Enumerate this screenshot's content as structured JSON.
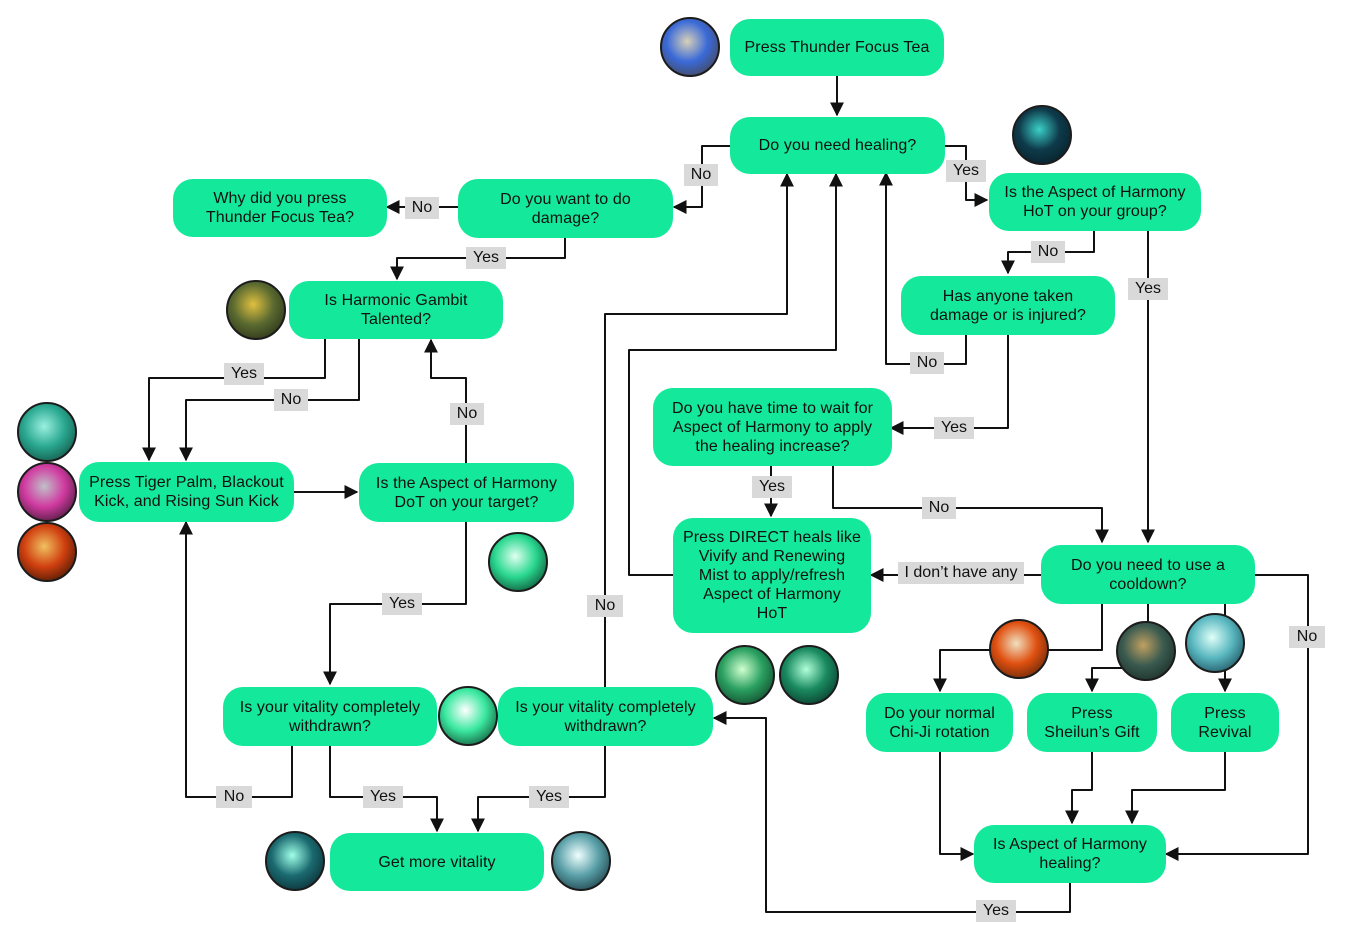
{
  "colors": {
    "node": "#14e89a",
    "label": "#d9d9d9",
    "arrow": "#111111"
  },
  "nodes": {
    "thunder_focus_tea": "Press Thunder Focus Tea",
    "need_healing": "Do you need healing?",
    "want_damage": "Do you want to do\ndamage?",
    "why_tft": "Why did you press\nThunder Focus Tea?",
    "harmonic_gambit": "Is Harmonic Gambit\nTalented?",
    "aoh_hot": "Is the Aspect of Harmony\nHoT on your group?",
    "anyone_damaged": "Has anyone taken\ndamage or is injured?",
    "time_to_wait": "Do you have time to wait for\nAspect of Harmony to apply\nthe healing increase?",
    "press_tiger_palm": "Press Tiger Palm, Blackout\nKick, and Rising Sun Kick",
    "aoh_dot": "Is the Aspect of Harmony\nDoT on your target?",
    "press_direct_heals": "Press DIRECT heals like\nVivify and Renewing\nMist to apply/refresh\nAspect of Harmony\nHoT",
    "need_cooldown": "Do you need to use a\ncooldown?",
    "vitality_left": "Is your vitality completely\nwithdrawn?",
    "vitality_mid": "Is your vitality completely\nwithdrawn?",
    "chiji": "Do your normal\nChi-Ji rotation",
    "sheilun": "Press\nSheilun’s Gift",
    "revival": "Press\nRevival",
    "more_vitality": "Get more vitality",
    "aoh_healing": "Is Aspect of Harmony\nhealing?"
  },
  "labels": {
    "no_need_healing": "No",
    "yes_need_healing": "Yes",
    "no_why": "No",
    "yes_damage": "Yes",
    "no_aoh_hot": "No",
    "yes_aoh_hot": "Yes",
    "no_anyone": "No",
    "yes_anyone": "Yes",
    "yes_gambit": "Yes",
    "no_gambit": "No",
    "no_aoh_dot": "No",
    "yes_time": "Yes",
    "no_time": "No",
    "idont": "I don’t have any",
    "no_cooldown": "No",
    "yes_aoh_dot": "Yes",
    "no_mid_up": "No",
    "no_vit_left": "No",
    "yes_vit_left": "Yes",
    "yes_vit_mid": "Yes",
    "yes_aoh_healing": "Yes"
  },
  "icons": [
    {
      "name": "thunder-focus-tea-icon",
      "c1": "#d8d0b8",
      "c2": "#3a6ad8",
      "c3": "#4a3a28"
    },
    {
      "name": "aspect-of-harmony-icon",
      "c1": "#3ad0c8",
      "c2": "#0e3a4a",
      "c3": "#061820"
    },
    {
      "name": "harmonic-gambit-icon",
      "c1": "#e0c040",
      "c2": "#5a6a30",
      "c3": "#1a2010"
    },
    {
      "name": "tiger-palm-icon",
      "c1": "#9af0e0",
      "c2": "#2aa890",
      "c3": "#0c3a30"
    },
    {
      "name": "blackout-kick-icon",
      "c1": "#c0c0c8",
      "c2": "#d03aa0",
      "c3": "#1a1018"
    },
    {
      "name": "rising-sun-kick-icon",
      "c1": "#f0c060",
      "c2": "#d04010",
      "c3": "#1a0a00"
    },
    {
      "name": "aspect-of-harmony-dot-icon",
      "c1": "#e0fff0",
      "c2": "#2ad890",
      "c3": "#052418"
    },
    {
      "name": "vitality-burst-icon",
      "c1": "#ffffff",
      "c2": "#3ae8a0",
      "c3": "#062818"
    },
    {
      "name": "vivify-icon",
      "c1": "#d0ffd0",
      "c2": "#2aa060",
      "c3": "#0a2a1a"
    },
    {
      "name": "renewing-mist-icon",
      "c1": "#b0ffd8",
      "c2": "#1a8a60",
      "c3": "#04201a"
    },
    {
      "name": "chi-ji-icon",
      "c1": "#f0e0c0",
      "c2": "#e05010",
      "c3": "#3a1a08"
    },
    {
      "name": "sheiluns-gift-icon",
      "c1": "#c0a060",
      "c2": "#3a5a50",
      "c3": "#10201a"
    },
    {
      "name": "revival-icon",
      "c1": "#e0fff8",
      "c2": "#5ab8c0",
      "c3": "#0a3040"
    },
    {
      "name": "mana-tea-icon",
      "c1": "#a0ffe8",
      "c2": "#1a6a70",
      "c3": "#061a20"
    },
    {
      "name": "celestial-conduit-icon",
      "c1": "#f0ffff",
      "c2": "#5aa0a8",
      "c3": "#0a2028"
    }
  ]
}
